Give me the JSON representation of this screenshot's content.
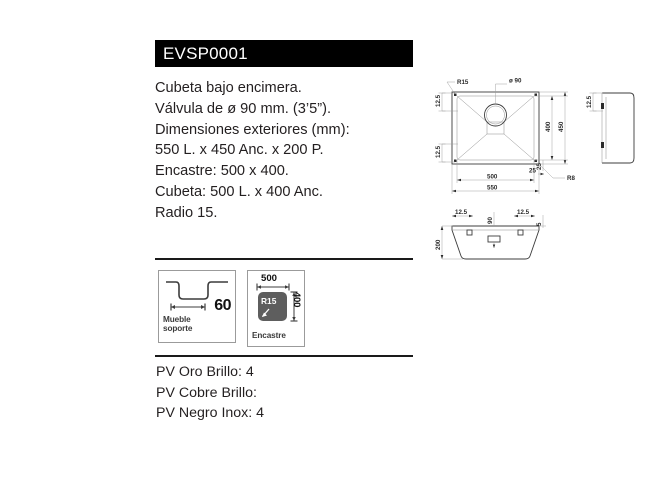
{
  "product": {
    "code": "EVSP0001",
    "description_lines": [
      "Cubeta bajo encimera.",
      "Válvula de ø 90 mm. (3’5”).",
      "Dimensiones exteriores (mm):",
      "550 L. x 450 Anc. x 200 P.",
      "Encastre: 500 x 400.",
      "Cubeta: 500 L. x 400 Anc.",
      "Radio 15."
    ]
  },
  "icon_boxes": [
    {
      "id": "mueble-soporte",
      "value": "60",
      "caption_line1": "Mueble",
      "caption_line2": "soporte"
    },
    {
      "id": "encastre",
      "width_label": "500",
      "height_label": "400",
      "radius_label": "R15",
      "caption": "Encastre"
    }
  ],
  "prices": [
    "PV Oro Brillo: 4",
    "PV Cobre Brillo:",
    "PV Negro Inox: 4"
  ],
  "drawing": {
    "top_view": {
      "radius_callout": "R15",
      "drain_callout": "ø 90",
      "left_dim_top": "12.5",
      "left_dim_bottom": "12.5",
      "inner_height": "400",
      "outer_height": "450",
      "offset_right": "25",
      "inner_width": "500",
      "outer_width": "550",
      "offset_bottom": "25",
      "corner_radius": "R8"
    },
    "side_view": {
      "top_dim": "12.5"
    },
    "front_view": {
      "left_dim": "12.5",
      "center_dim": "90",
      "right_dim": "12.5",
      "edge_dim": "5",
      "depth_dim": "200"
    }
  },
  "colors": {
    "code_bar_bg": "#000000",
    "code_bar_text": "#ffffff",
    "body_text": "#231f20",
    "rule": "#1a1a1a",
    "box_border": "#9b9b9b",
    "drawing_line": "#3c3c3c",
    "drawing_fill": "#5e5e5e"
  }
}
